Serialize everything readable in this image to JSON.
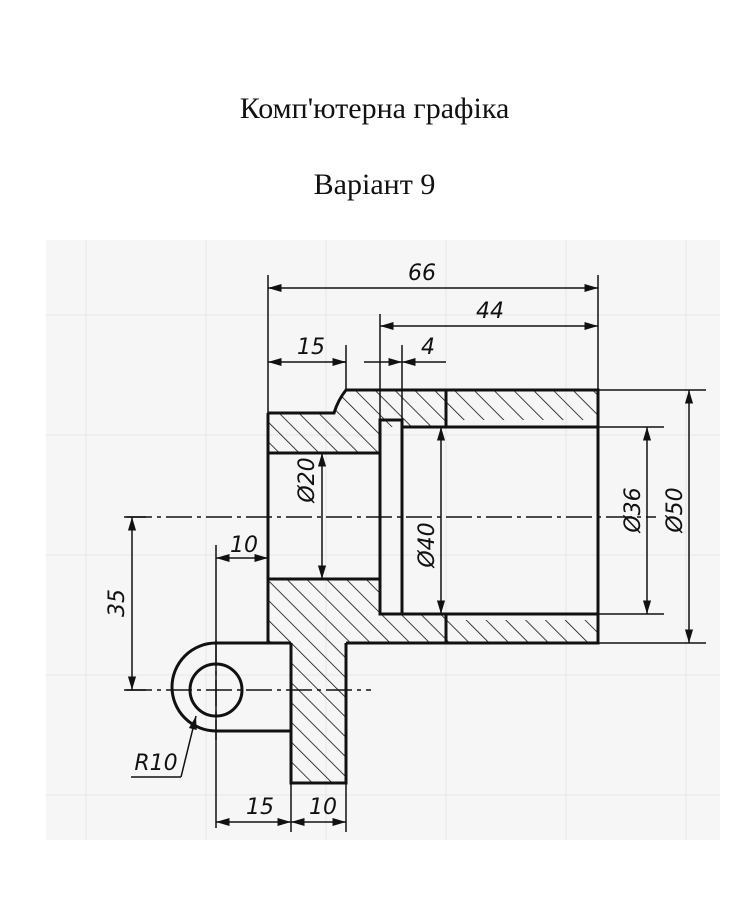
{
  "document": {
    "title": "Комп'ютерна графіка",
    "subtitle": "Варіант 9"
  },
  "drawing": {
    "dimensions": {
      "overall_length": "66",
      "bore_length": "44",
      "flange_length": "15",
      "groove_width": "4",
      "small_bore_dia": "Ø20",
      "groove_dia": "Ø40",
      "bore_dia": "Ø36",
      "outer_dia": "Ø50",
      "lug_offset": "10",
      "center_distance": "35",
      "lug_radius": "R10",
      "lug_length": "15",
      "rib_thickness": "10"
    }
  }
}
